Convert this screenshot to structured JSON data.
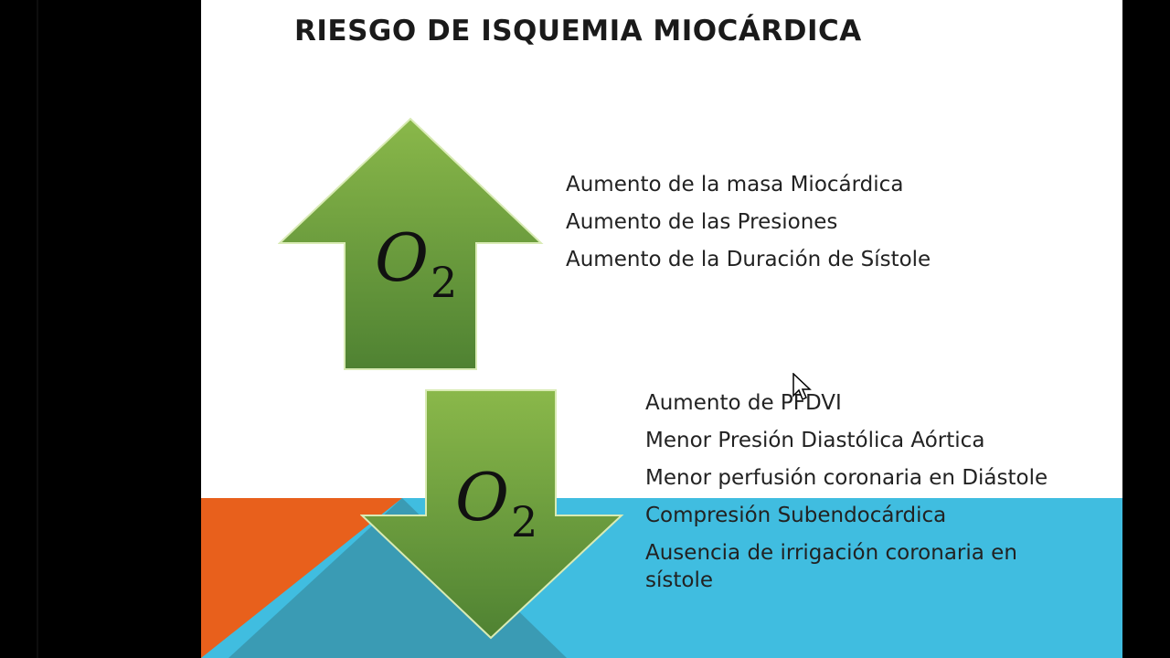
{
  "slide": {
    "title": "RIESGO DE ISQUEMIA MIOCÁRDICA",
    "colors": {
      "background": "#ffffff",
      "orange": "#e8601c",
      "cyan": "#40bde0",
      "teal": "#3a9bb4",
      "arrow_green_top": "#8ab84a",
      "arrow_green_bottom": "#4f8232"
    },
    "up_arrow": {
      "icon": "up-arrow-icon",
      "symbol": "O",
      "subscript": "2",
      "items": [
        "Aumento de la masa Miocárdica",
        "Aumento de las Presiones",
        "Aumento de la Duración de Sístole"
      ]
    },
    "down_arrow": {
      "icon": "down-arrow-icon",
      "symbol": "O",
      "subscript": "2",
      "items": [
        "Aumento de PFDVI",
        "Menor Presión Diastólica Aórtica",
        "Menor perfusión coronaria en Diástole",
        "Compresión Subendocárdica",
        "Ausencia de irrigación coronaria en sístole"
      ]
    }
  },
  "cursor": {
    "icon": "mouse-pointer-icon"
  }
}
